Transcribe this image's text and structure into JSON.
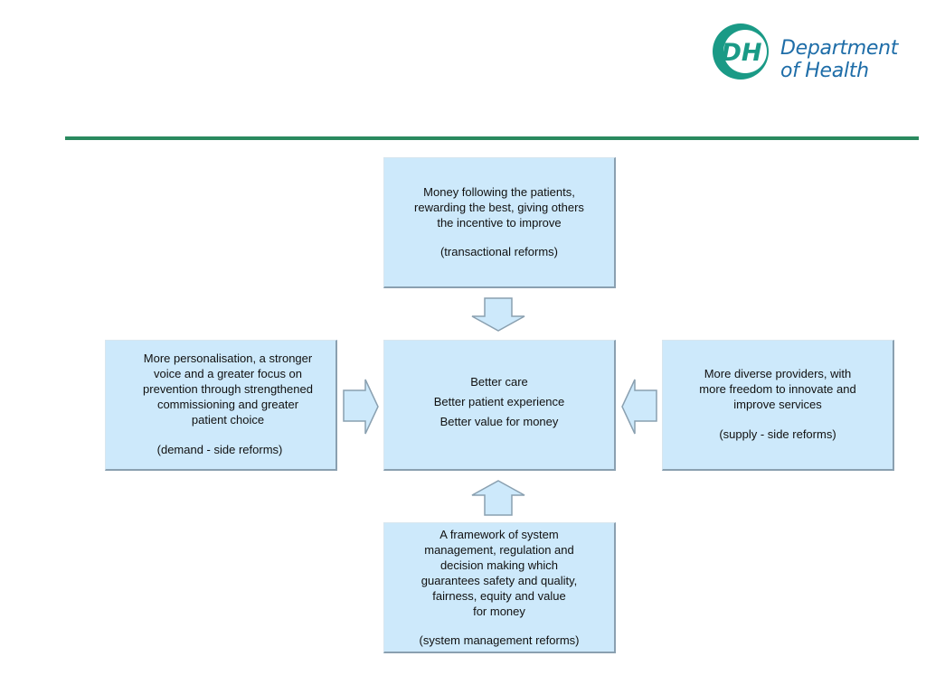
{
  "logo": {
    "mark_text": "DH",
    "line1": "Department",
    "line2": "of Health",
    "colors": {
      "teal": "#1a9a86",
      "green": "#2a8a5f",
      "blue": "#1e6da8"
    }
  },
  "boxes": {
    "top": {
      "text": "Money following the patients,\nrewarding the best, giving others\nthe incentive to improve",
      "tag": "(transactional reforms)"
    },
    "center": {
      "lines": [
        "Better care",
        "Better patient experience",
        "Better value for money"
      ]
    },
    "left": {
      "text": "More personalisation, a stronger\nvoice and a greater focus on\nprevention through strengthened\ncommissioning and greater\npatient choice",
      "tag": "(demand - side reforms)"
    },
    "right": {
      "text": "More diverse providers, with\nmore freedom to innovate and\nimprove services",
      "tag": "(supply - side reforms)"
    },
    "bottom": {
      "text": "A framework of system\nmanagement, regulation and\ndecision making which\nguarantees safety and quality,\nfairness, equity and value\nfor money",
      "tag": "(system management reforms)"
    }
  },
  "arrows": [
    "down",
    "right",
    "left",
    "up"
  ],
  "colors": {
    "box_fill": "#cde9fb",
    "box_shadow": "#8aa0b0",
    "rule": "#2a8a5f"
  }
}
